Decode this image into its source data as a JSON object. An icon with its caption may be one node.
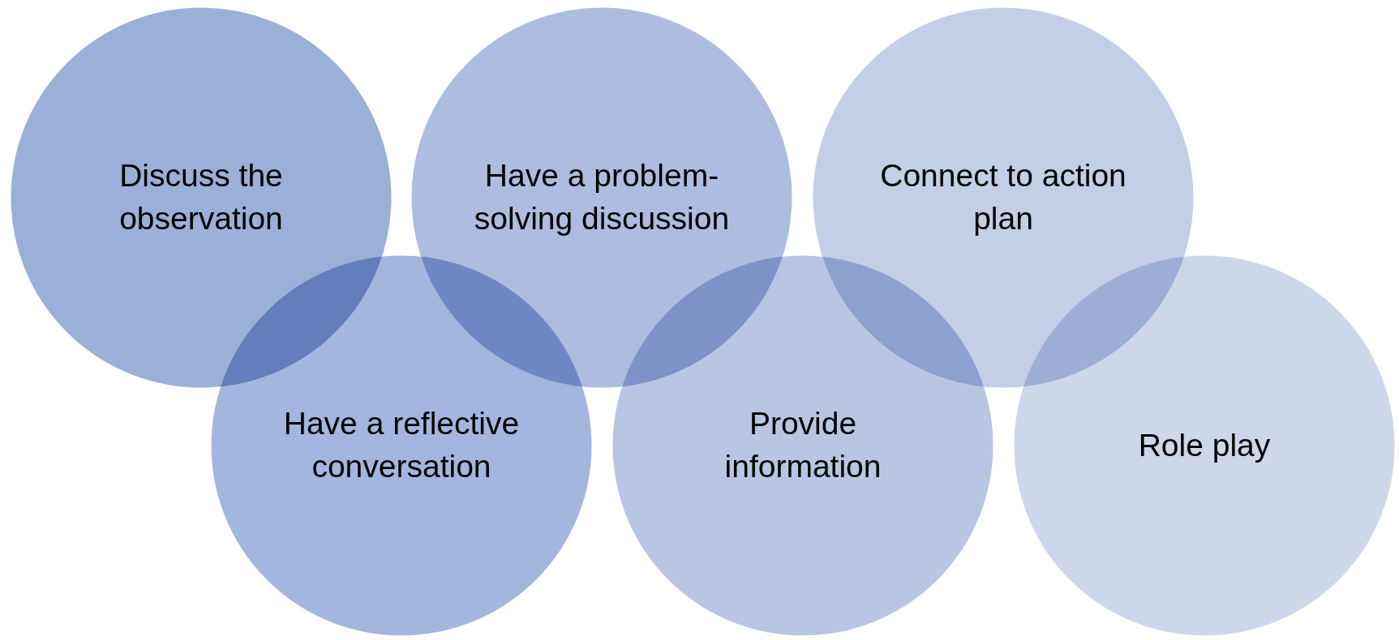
{
  "diagram": {
    "nodes": [
      {
        "text": [
          "Discuss the observation"
        ]
      },
      {
        "text": [
          "Have a problem-solving discussion"
        ]
      },
      {
        "text": [
          "Connect to action plan"
        ]
      },
      {
        "text": [
          "Have a reflective conversation"
        ]
      },
      {
        "text": [
          "Provide information"
        ]
      },
      {
        "text": [
          "Role play"
        ]
      }
    ]
  }
}
